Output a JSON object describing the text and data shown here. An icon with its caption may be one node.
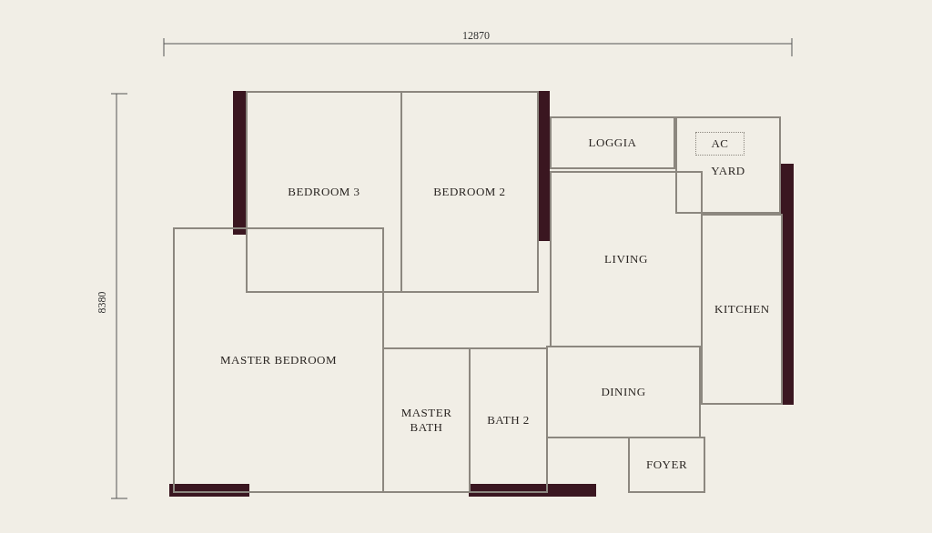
{
  "diagram": {
    "nodes": [
      {
        "text": [
          "BEDROOM 3"
        ]
      },
      {
        "text": [
          "BEDROOM 2"
        ]
      },
      {
        "text": [
          "LOGGIA"
        ]
      },
      {
        "text": [
          "YARD"
        ]
      },
      {
        "text": [
          "AC"
        ],
        "in": 3
      },
      {
        "text": [
          "LIVING"
        ]
      },
      {
        "text": [
          "KITCHEN"
        ]
      },
      {
        "text": [
          "MASTER BEDROOM"
        ]
      },
      {
        "text": [
          "MASTER BATH"
        ]
      },
      {
        "text": [
          "BATH 2"
        ]
      },
      {
        "text": [
          "DINING"
        ]
      },
      {
        "text": [
          "FOYER"
        ]
      }
    ],
    "labels": [
      "12870",
      "8380"
    ]
  }
}
